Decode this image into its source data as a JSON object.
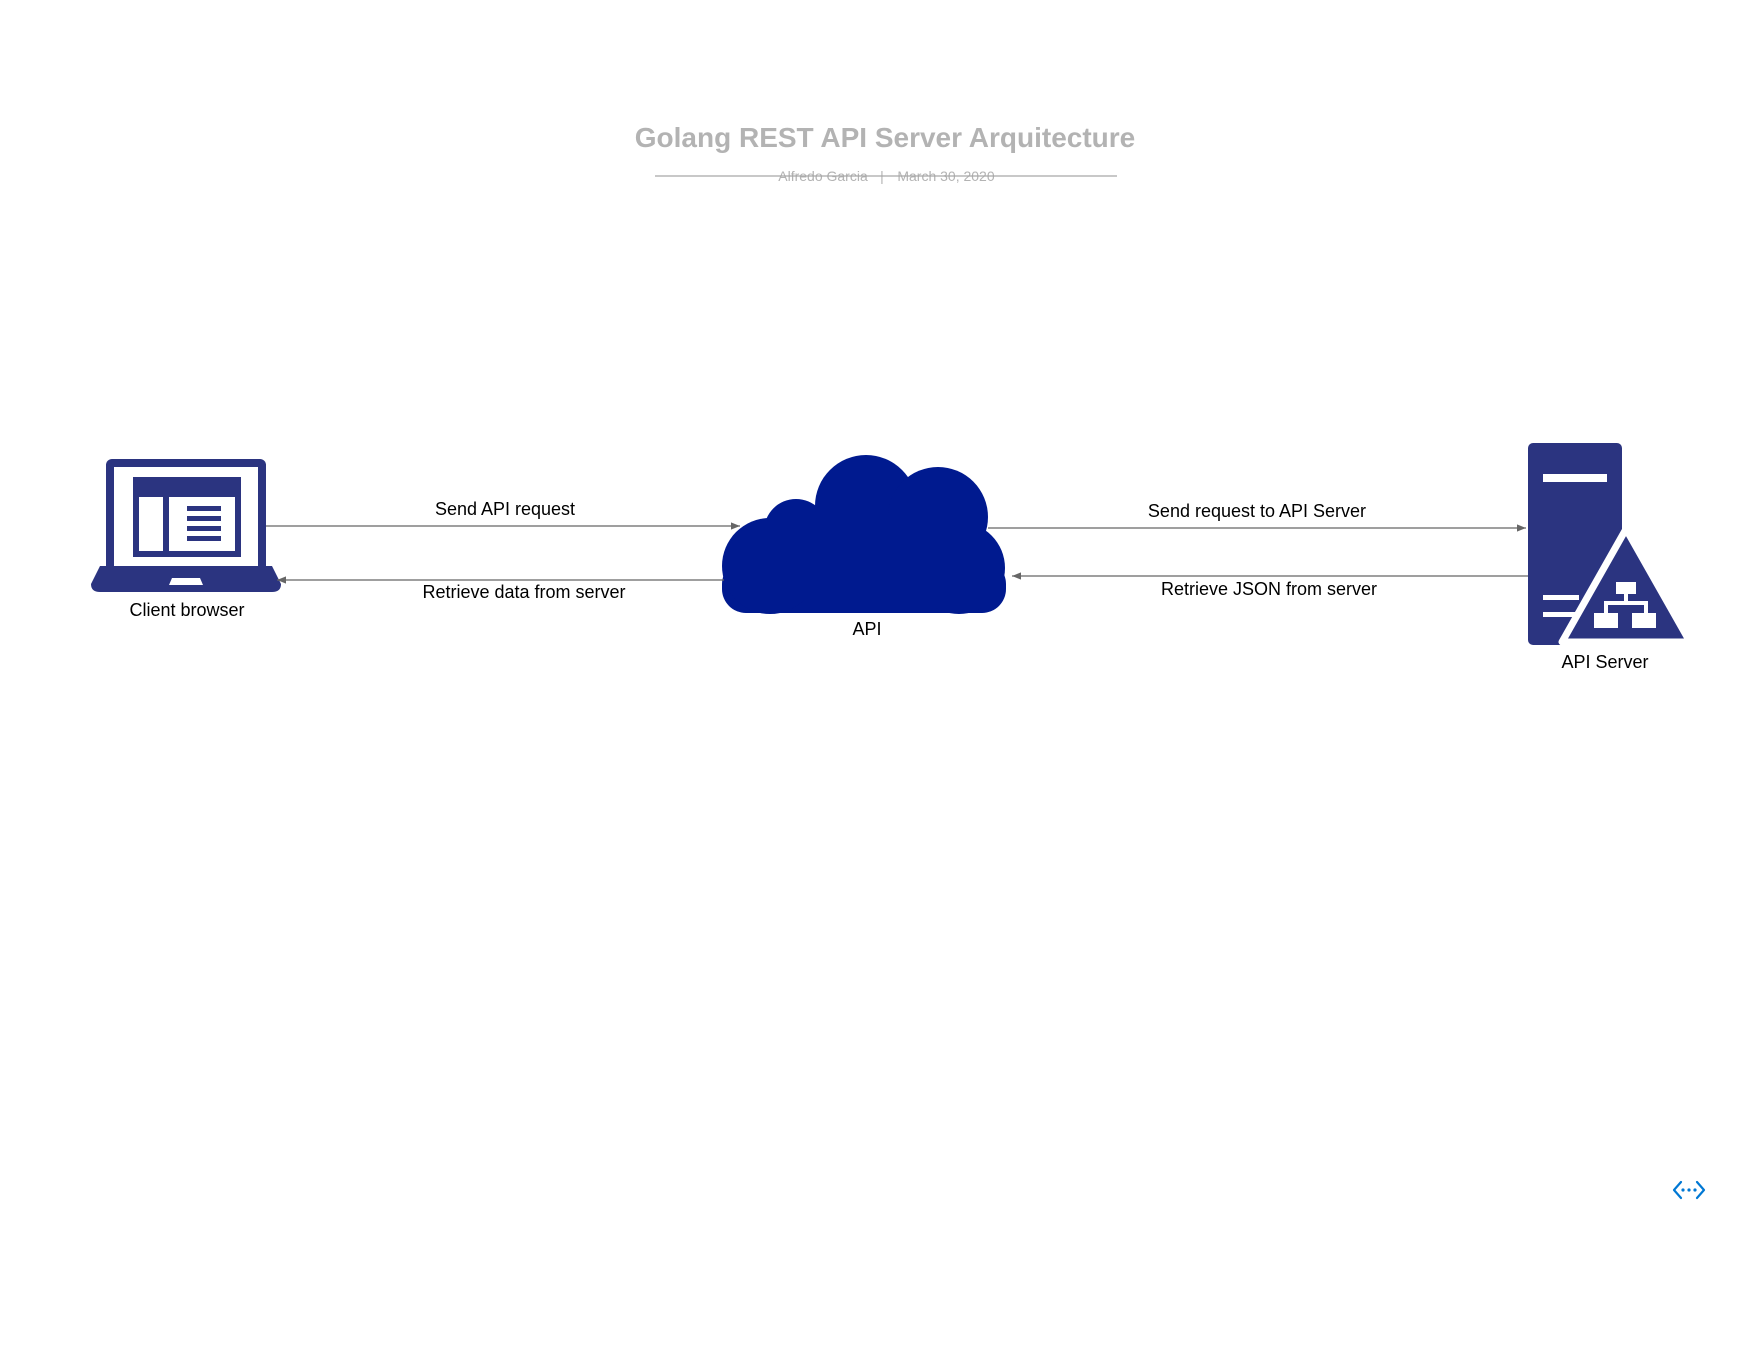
{
  "header": {
    "title": "Golang REST API Server Arquitecture",
    "author": "Alfredo Garcia",
    "separator": "|",
    "date": "March 30, 2020"
  },
  "nodes": {
    "client": {
      "label": "Client browser",
      "icon": "laptop-icon"
    },
    "api": {
      "label": "API",
      "icon": "cloud-icon"
    },
    "server": {
      "label": "API Server",
      "icon": "network-server-icon"
    }
  },
  "edges": {
    "send_api_request": "Send API request",
    "retrieve_data": "Retrieve data from server",
    "send_to_server": "Send request to API Server",
    "retrieve_json": "Retrieve JSON from server"
  },
  "footer": {
    "icon": "code-connector-icon"
  },
  "colors": {
    "title": "#b3b3b3",
    "icon_navy": "#2b3480",
    "cloud": "#001a8f",
    "arrow": "#666666",
    "accent_blue": "#0078d4"
  }
}
